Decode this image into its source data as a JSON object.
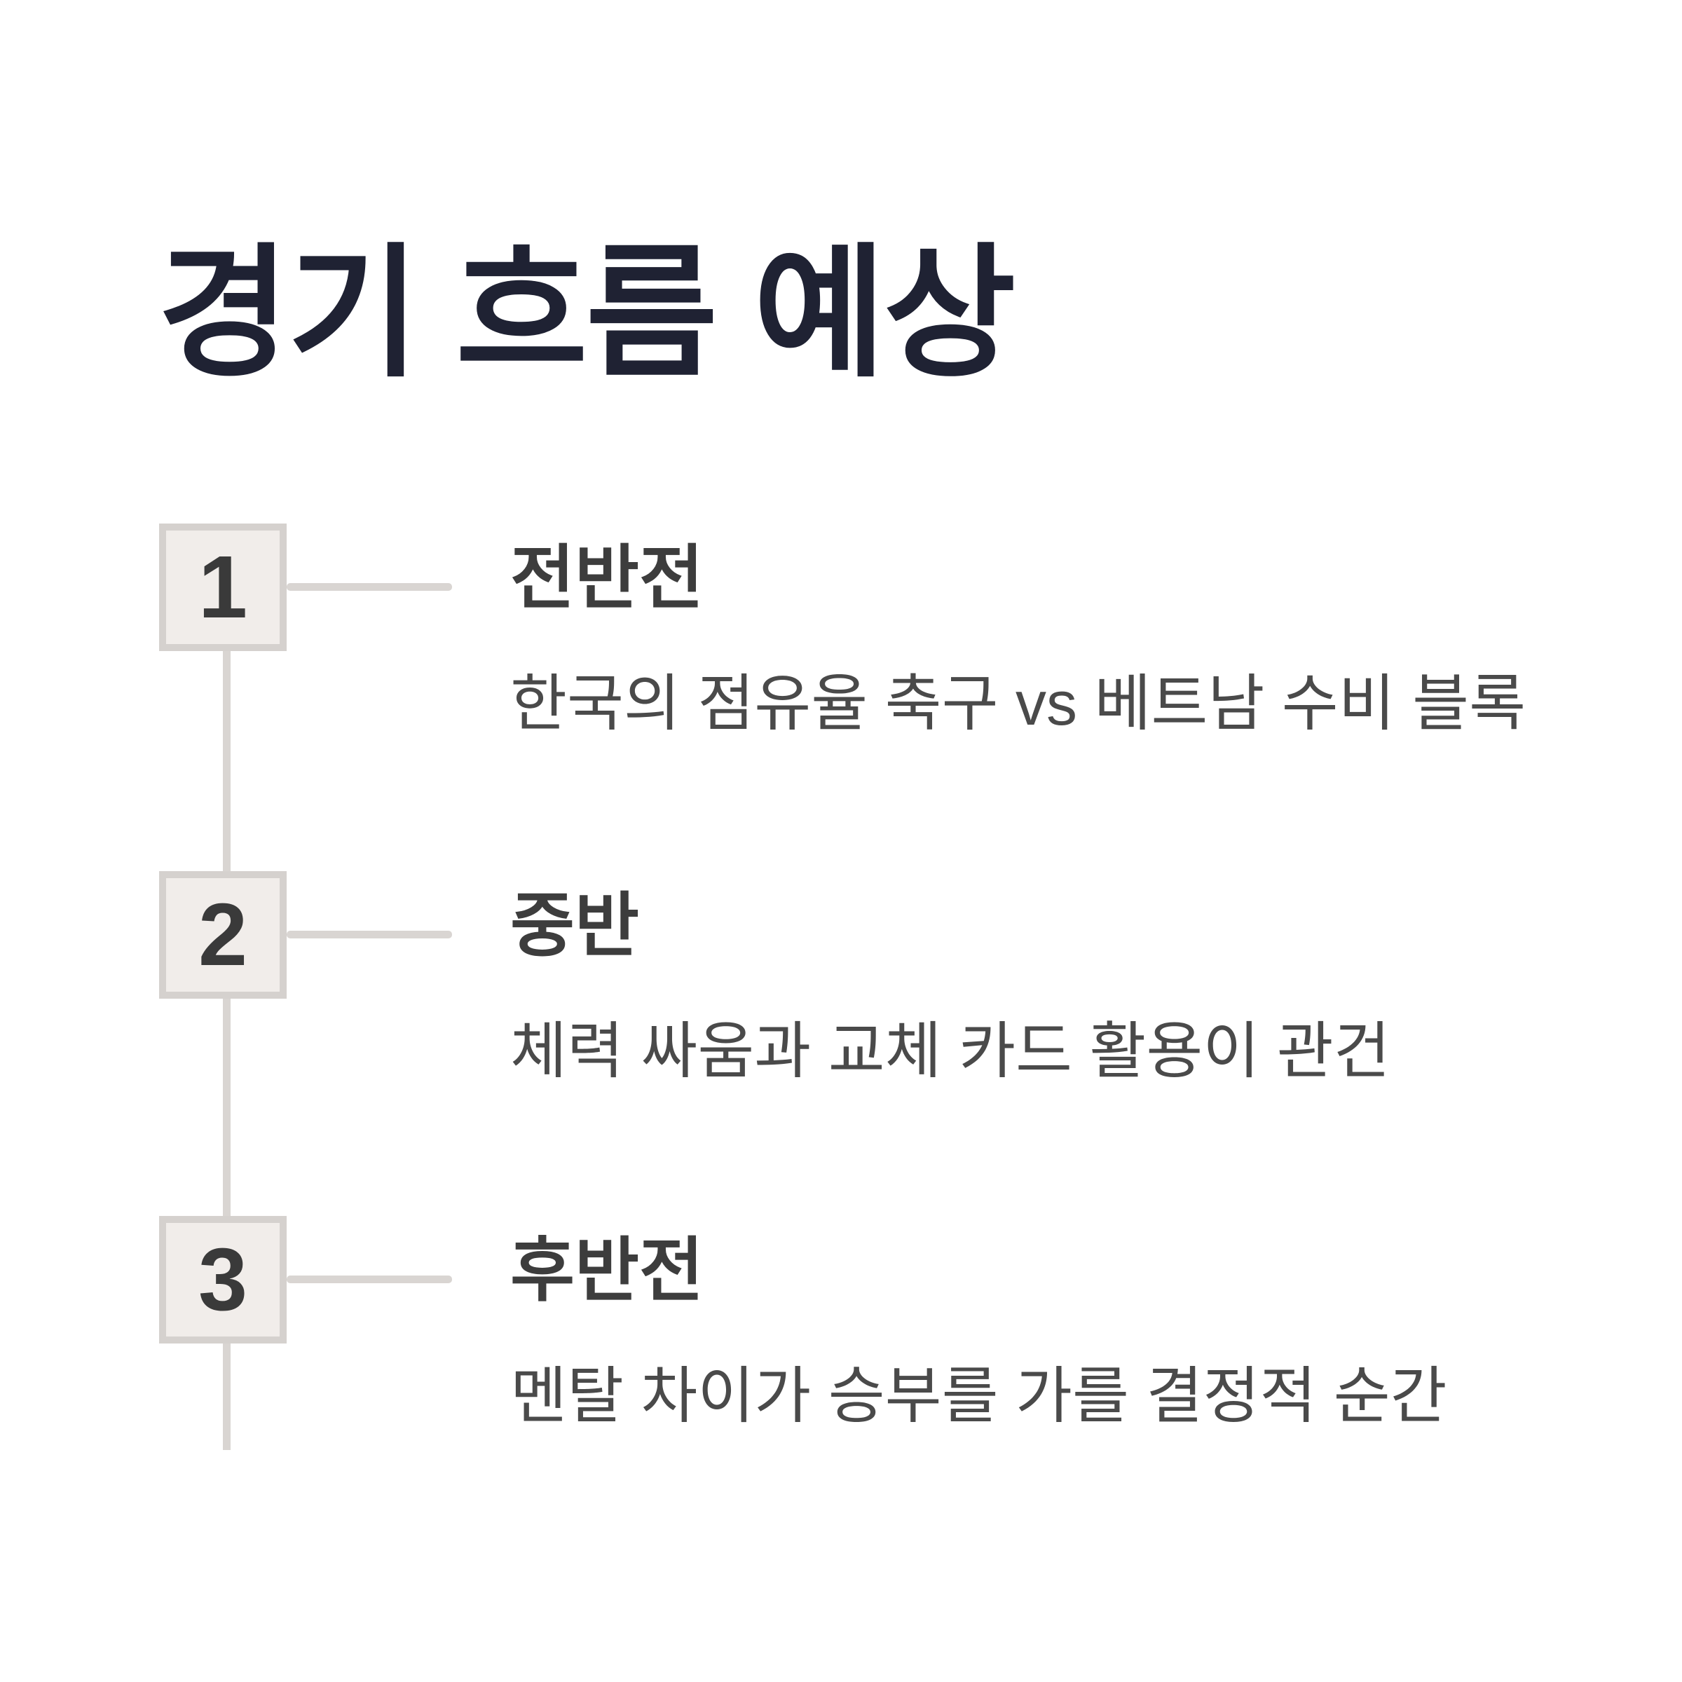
{
  "page": {
    "title": "경기 흐름 예상",
    "background": "#ffffff"
  },
  "colors": {
    "title_text": "#1f2233",
    "line_gray": "#d9d5d2",
    "box_border": "#d5d1ce",
    "box_fill": "#f1edea",
    "number_text": "#3a3a3a",
    "step_title_text": "#3d3d3d",
    "step_desc_text": "#4a4a4a"
  },
  "timeline": {
    "items": [
      {
        "number": "1",
        "title": "전반전",
        "description": "한국의 점유율 축구 vs 베트남 수비 블록"
      },
      {
        "number": "2",
        "title": "중반",
        "description": "체력 싸움과 교체 카드 활용이 관건"
      },
      {
        "number": "3",
        "title": "후반전",
        "description": "멘탈 차이가 승부를 가를 결정적 순간"
      }
    ]
  }
}
